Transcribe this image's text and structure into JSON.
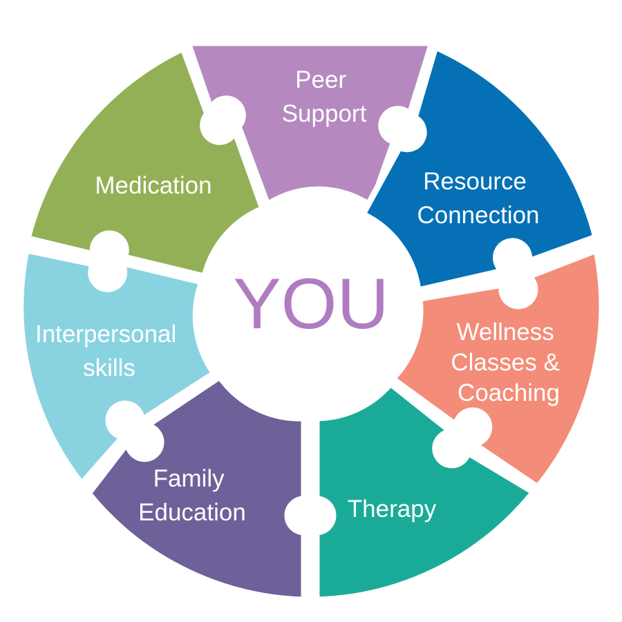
{
  "center": {
    "label": "YOU",
    "color": "#b07cc0"
  },
  "segments": [
    {
      "id": "peer-support",
      "lines": [
        "Peer",
        "Support"
      ],
      "color": "#b589bf"
    },
    {
      "id": "resource-connection",
      "lines": [
        "Resource",
        "Connection"
      ],
      "color": "#0670b6"
    },
    {
      "id": "wellness-classes-coaching",
      "lines": [
        "Wellness",
        "Classes &",
        "Coaching"
      ],
      "color": "#f38c78"
    },
    {
      "id": "therapy",
      "lines": [
        "Therapy"
      ],
      "color": "#1aab98"
    },
    {
      "id": "family-education",
      "lines": [
        "Family",
        "Education"
      ],
      "color": "#6e6199"
    },
    {
      "id": "interpersonal-skills",
      "lines": [
        "Interpersonal",
        "skills"
      ],
      "color": "#89d3e1"
    },
    {
      "id": "medication",
      "lines": [
        "Medication"
      ],
      "color": "#94b056"
    }
  ]
}
